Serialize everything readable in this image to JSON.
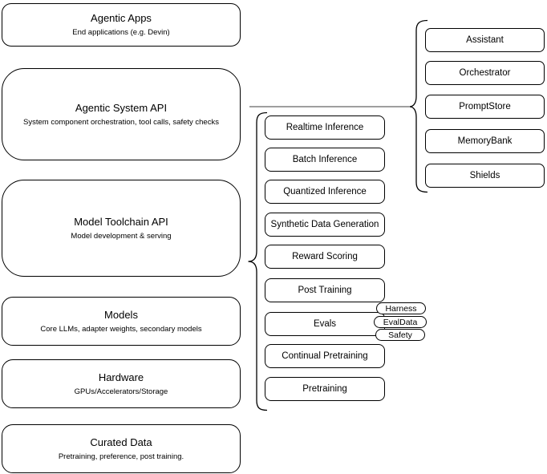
{
  "diagram": {
    "left_stack": [
      {
        "title": "Agentic Apps",
        "subtitle": "End applications (e.g. Devin)"
      },
      {
        "title": "Agentic System API",
        "subtitle": "System component orchestration, tool calls, safety checks"
      },
      {
        "title": "Model Toolchain API",
        "subtitle": "Model development & serving"
      },
      {
        "title": "Models",
        "subtitle": "Core LLMs, adapter weights, secondary models"
      },
      {
        "title": "Hardware",
        "subtitle": "GPUs/Accelerators/Storage"
      },
      {
        "title": "Curated Data",
        "subtitle": "Pretraining, preference, post training."
      }
    ],
    "toolchain_items": [
      "Realtime Inference",
      "Batch Inference",
      "Quantized Inference",
      "Synthetic Data Generation",
      "Reward Scoring",
      "Post Training",
      "Evals",
      "Continual Pretraining",
      "Pretraining"
    ],
    "eval_tags": [
      "Harness",
      "EvalData",
      "Safety"
    ],
    "system_components": [
      "Assistant",
      "Orchestrator",
      "PromptStore",
      "MemoryBank",
      "Shields"
    ],
    "colors": {
      "background": "#ffffff",
      "node_stroke": "#000000",
      "connector": "#666666",
      "text": "#000000"
    }
  }
}
